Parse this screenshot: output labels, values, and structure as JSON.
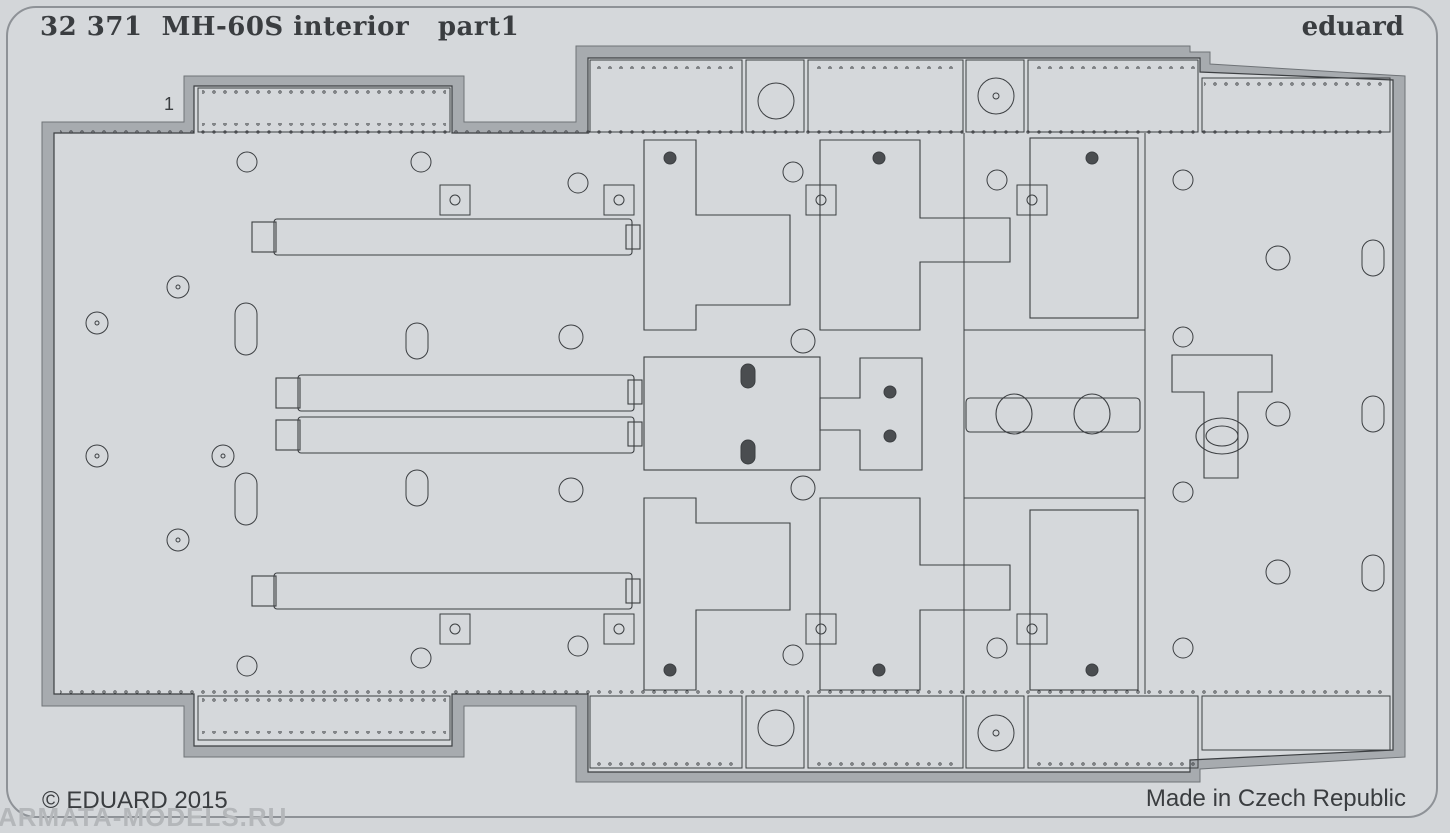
{
  "header": {
    "title": "32 371  MH-60S interior   part1",
    "brand": "eduard"
  },
  "parts": {
    "part_number": "1"
  },
  "footer": {
    "copyright": "© EDUARD 2015",
    "origin": "Made in Czech Republic",
    "watermark": "ARMATA-MODELS.RU"
  },
  "colors": {
    "fret": "#d5d8db",
    "frame": "#a7abaf",
    "line": "#3c3f42"
  }
}
